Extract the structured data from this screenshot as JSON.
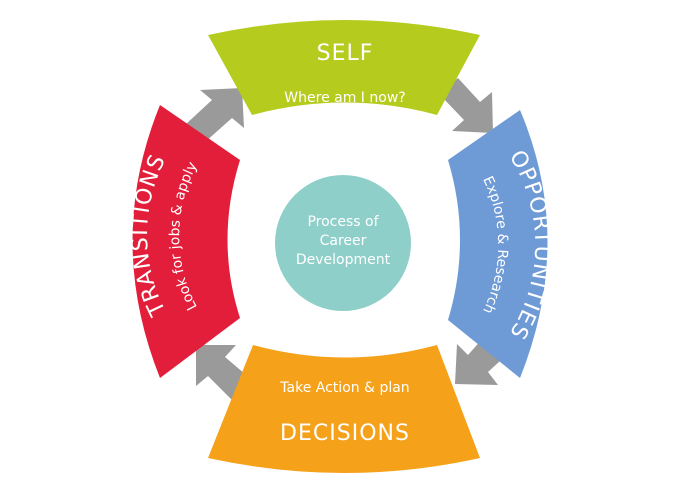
{
  "center": {
    "lines": [
      "Process of",
      "Career",
      "Development"
    ],
    "color": "#8ecfc9"
  },
  "segments": {
    "self": {
      "title": "SELF",
      "subtitle": "Where am I now?",
      "color": "#b5cc1f"
    },
    "opportunities": {
      "title": "OPPORTUNITIES",
      "subtitle": "Explore & Research",
      "color": "#6e9ad6"
    },
    "decisions": {
      "title": "DECISIONS",
      "subtitle": "Take Action & plan",
      "color": "#f5a11a"
    },
    "transitions": {
      "title": "TRANSITIONS",
      "subtitle": "Look for jobs & apply",
      "color": "#e31e3a"
    }
  },
  "arrow_color": "#9a9a9a"
}
